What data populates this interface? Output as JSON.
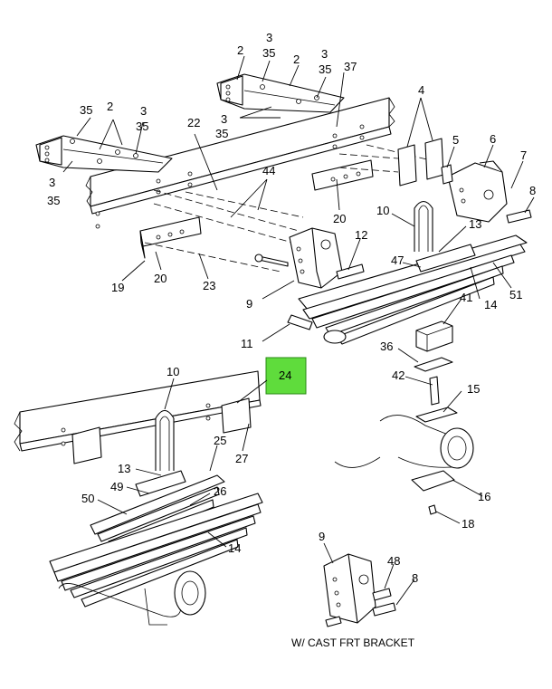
{
  "callouts": {
    "c2a": "2",
    "c3a": "3",
    "c35a": "35",
    "c2b": "2",
    "c3b": "3",
    "c35b": "35",
    "c37": "37",
    "c35c": "35",
    "c2c": "2",
    "c3c": "3",
    "c35d": "35",
    "c3d": "3",
    "c35e": "35",
    "c3e": "3",
    "c35f": "35",
    "c22": "22",
    "c4": "4",
    "c5": "5",
    "c6": "6",
    "c7": "7",
    "c8a": "8",
    "c44": "44",
    "c20a": "20",
    "c10a": "10",
    "c13a": "13",
    "c12": "12",
    "c47": "47",
    "c51": "51",
    "c14a": "14",
    "c19": "19",
    "c20b": "20",
    "c23": "23",
    "c9a": "9",
    "c41": "41",
    "c11": "11",
    "c36": "36",
    "c10b": "10",
    "c24": "24",
    "c42": "42",
    "c15": "15",
    "c25": "25",
    "c27": "27",
    "c13b": "13",
    "c49": "49",
    "c26": "26",
    "c50": "50",
    "c16": "16",
    "c18": "18",
    "c14b": "14",
    "c9b": "9",
    "c48": "48",
    "c8b": "8"
  },
  "caption": "W/ CAST FRT BRACKET",
  "highlight_color": "#5fdc3c"
}
